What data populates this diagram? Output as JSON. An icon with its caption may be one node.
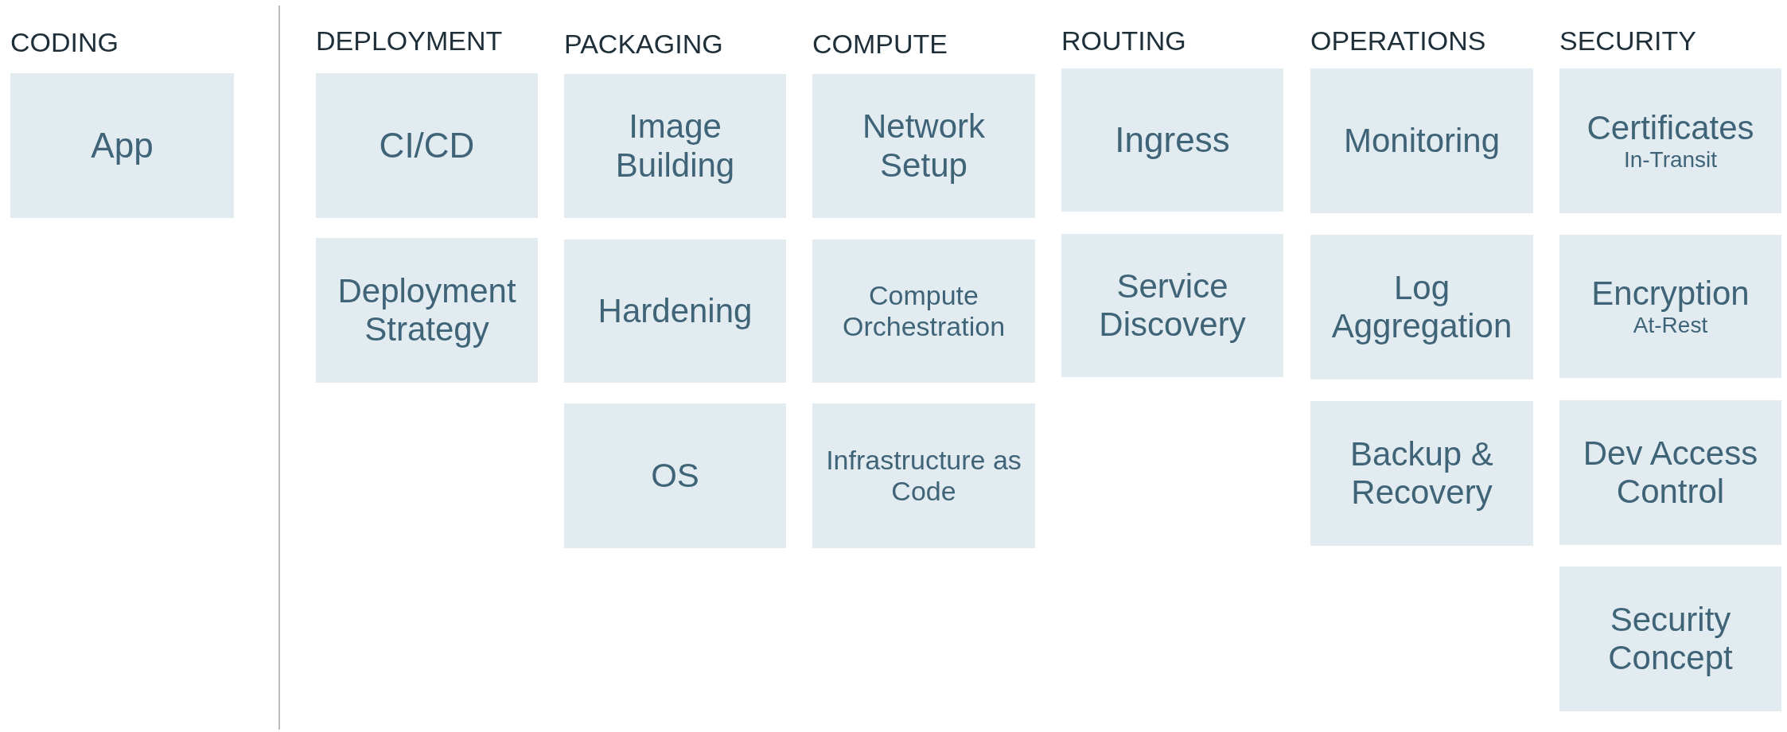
{
  "diagram": {
    "nodes": [
      {
        "text": [
          "App"
        ]
      },
      {
        "text": [
          "CI/CD"
        ]
      },
      {
        "text": [
          "Deployment Strategy"
        ]
      },
      {
        "text": [
          "Image Building"
        ]
      },
      {
        "text": [
          "Hardening"
        ]
      },
      {
        "text": [
          "OS"
        ]
      },
      {
        "text": [
          "Network Setup"
        ]
      },
      {
        "text": [
          "Compute Orchestration"
        ]
      },
      {
        "text": [
          "Infrastructure as Code"
        ]
      },
      {
        "text": [
          "Ingress"
        ]
      },
      {
        "text": [
          "Service Discovery"
        ]
      },
      {
        "text": [
          "Monitoring"
        ]
      },
      {
        "text": [
          "Log Aggregation"
        ]
      },
      {
        "text": [
          "Backup & Recovery"
        ]
      },
      {
        "text": [
          "Certificates",
          "In-Transit"
        ]
      },
      {
        "text": [
          "Encryption",
          "At-Rest"
        ]
      },
      {
        "text": [
          "Dev Access Control"
        ]
      },
      {
        "text": [
          "Security Concept"
        ]
      }
    ],
    "labels": [
      "CODING",
      "DEPLOYMENT",
      "PACKAGING",
      "COMPUTE",
      "ROUTING",
      "OPERATIONS",
      "SECURITY"
    ]
  }
}
